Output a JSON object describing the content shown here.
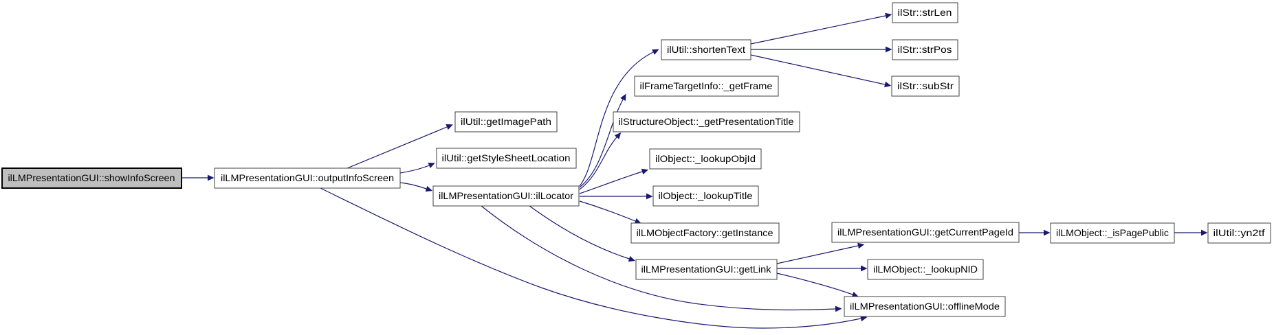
{
  "diagram": {
    "type": "call-graph",
    "background_color": "#ffffff",
    "edge_color": "#191970",
    "node_border_color": "#404040",
    "node_fill_color": "#ffffff",
    "highlighted_node_fill_color": "#bfbfbf",
    "highlighted_node": "ilLMPresentationGUI::showInfoScreen"
  },
  "nodes": {
    "show": {
      "label": "ilLMPresentationGUI::showInfoScreen"
    },
    "output": {
      "label": "ilLMPresentationGUI::outputInfoScreen"
    },
    "image_path": {
      "label": "ilUtil::getImagePath"
    },
    "style_sheet": {
      "label": "ilUtil::getStyleSheetLocation"
    },
    "locator": {
      "label": "ilLMPresentationGUI::ilLocator"
    },
    "shorten_text": {
      "label": "ilUtil::shortenText"
    },
    "get_frame": {
      "label": "ilFrameTargetInfo::_getFrame"
    },
    "pres_title": {
      "label": "ilStructureObject::_getPresentationTitle"
    },
    "lookup_obj_id": {
      "label": "ilObject::_lookupObjId"
    },
    "lookup_title": {
      "label": "ilObject::_lookupTitle"
    },
    "get_instance": {
      "label": "ilLMObjectFactory::getInstance"
    },
    "get_link": {
      "label": "ilLMPresentationGUI::getLink"
    },
    "str_len": {
      "label": "ilStr::strLen"
    },
    "str_pos": {
      "label": "ilStr::strPos"
    },
    "sub_str": {
      "label": "ilStr::subStr"
    },
    "current_page_id": {
      "label": "ilLMPresentationGUI::getCurrentPageId"
    },
    "lookup_nid": {
      "label": "ilLMObject::_lookupNID"
    },
    "is_page_public": {
      "label": "ilLMObject::_isPagePublic"
    },
    "yn2tf": {
      "label": "ilUtil::yn2tf"
    },
    "offline_mode": {
      "label": "ilLMPresentationGUI::offlineMode"
    }
  },
  "edges": [
    {
      "from": "ilLMPresentationGUI::showInfoScreen",
      "to": "ilLMPresentationGUI::outputInfoScreen"
    },
    {
      "from": "ilLMPresentationGUI::outputInfoScreen",
      "to": "ilUtil::getImagePath"
    },
    {
      "from": "ilLMPresentationGUI::outputInfoScreen",
      "to": "ilUtil::getStyleSheetLocation"
    },
    {
      "from": "ilLMPresentationGUI::outputInfoScreen",
      "to": "ilLMPresentationGUI::ilLocator"
    },
    {
      "from": "ilLMPresentationGUI::outputInfoScreen",
      "to": "ilLMPresentationGUI::offlineMode"
    },
    {
      "from": "ilLMPresentationGUI::ilLocator",
      "to": "ilUtil::shortenText"
    },
    {
      "from": "ilLMPresentationGUI::ilLocator",
      "to": "ilFrameTargetInfo::_getFrame"
    },
    {
      "from": "ilLMPresentationGUI::ilLocator",
      "to": "ilStructureObject::_getPresentationTitle"
    },
    {
      "from": "ilLMPresentationGUI::ilLocator",
      "to": "ilObject::_lookupObjId"
    },
    {
      "from": "ilLMPresentationGUI::ilLocator",
      "to": "ilObject::_lookupTitle"
    },
    {
      "from": "ilLMPresentationGUI::ilLocator",
      "to": "ilLMObjectFactory::getInstance"
    },
    {
      "from": "ilLMPresentationGUI::ilLocator",
      "to": "ilLMPresentationGUI::getLink"
    },
    {
      "from": "ilLMPresentationGUI::ilLocator",
      "to": "ilLMPresentationGUI::offlineMode"
    },
    {
      "from": "ilUtil::shortenText",
      "to": "ilStr::strLen"
    },
    {
      "from": "ilUtil::shortenText",
      "to": "ilStr::strPos"
    },
    {
      "from": "ilUtil::shortenText",
      "to": "ilStr::subStr"
    },
    {
      "from": "ilLMPresentationGUI::getLink",
      "to": "ilLMPresentationGUI::getCurrentPageId"
    },
    {
      "from": "ilLMPresentationGUI::getLink",
      "to": "ilLMObject::_lookupNID"
    },
    {
      "from": "ilLMPresentationGUI::getLink",
      "to": "ilLMPresentationGUI::offlineMode"
    },
    {
      "from": "ilLMPresentationGUI::getCurrentPageId",
      "to": "ilLMObject::_isPagePublic"
    },
    {
      "from": "ilLMObject::_isPagePublic",
      "to": "ilUtil::yn2tf"
    }
  ]
}
